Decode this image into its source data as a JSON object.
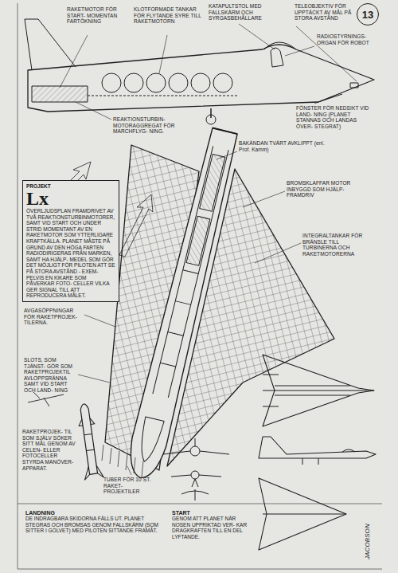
{
  "diagram": {
    "nodes": [
      {
        "text": [
          "13"
        ]
      },
      {
        "text": [
          "PROJEKT",
          "Lx",
          "ÖVERLJUDSPLAN FRAMDRIVET AV TVÅ REAKTIONSTURBINMOTORER, SAMT VID START OCH UNDER STRID MOMENTANT AV EN RAKETMOTOR SOM YTTERLIGARE KRAFTKÄLLA. PLANET MÅSTE PÅ GRUND AV DEN HÖGA FARTEN RADIODIRIGERAS FRÅN MARKEN, SAMT HA HJÄLP- MEDEL SOM GÖR DET MÖJLIGT FÖR PILOTEN ATT SE PÅ STORA AVSTÅND - EXEM- PELVIS EN KIKARE SOM PÅVERKAR FOTO- CELLER VILKA GER SIGNAL TILL ATT REPRODUCERA MÅLET."
        ]
      },
      {
        "text": [
          "LANDNING",
          "DE INDRAGBARA SKIDORNA FÄLLS UT. PLANET STEGRAS OCH BROMSAS GENOM FALLSKÄRM (SOM SITTER I GOLVET) MED PILOTEN SITTANDE FRAMÅT."
        ]
      },
      {
        "text": [
          "START",
          "GENOM ATT PLANET NÄR NOSEN UPPRIKTAD VER- KAR DRAGKRAFTEN TILL EN DEL LYFTANDE."
        ]
      }
    ],
    "labels": [
      "RAKETMOTOR FÖR START- MOMENTAN FARTÖKNING",
      "KLOTFORMADE TANKAR FÖR FLYTANDE SYRE TILL RAKETMOTORN",
      "KATAPULTSTOL MED FALLSKÄRM OCH SYRGASBEHÅLLARE",
      "TELEOBJEKTIV FÖR UPPTÄCKT AV MÅL PÅ STORA AVSTÅND",
      "RADIOSTYRNINGS- ORGAN FÖR ROBOT",
      "FÖNSTER FÖR NEDSIKT VID LAND- NING (PLANET STANNAS OCH LANDAS ÖVER- STEGRAT)",
      "REAKTIONSTURBIN- MOTORAGGREGAT FÖR MARCHFLYG- NING.",
      "BAKÄNDAN TVÄRT AVKLIPPT (enl. Prof. Kamm)",
      "BROMSKLAFFAR MOTOR INBYGGD SOM HJÄLP- FRAMDRIV",
      "INTEGRALTANKAR FÖR BRÄNSLE TILL TURBINERNA OCH RAKETMOTORERNA",
      "AVGASÖPPNINGAR FÖR RAKETPROJEK- TILERNA.",
      "SLOTS, SOM TJÄNST- GÖR SOM RAKETPROJEKTIL AVLOPPSRÄNNA SAMT VID START OCH LAND- NING",
      "RAKETPROJEK- TIL SOM SJÄLV SÖKER SITT MÅL GENOM AV CELEN- ELLER FOTOCELLER STYRDA MANÖVER- APPARAT.",
      "TUBER FÖR 10 ST. RAKET- PROJEKTILER",
      "JACOBSON"
    ]
  }
}
